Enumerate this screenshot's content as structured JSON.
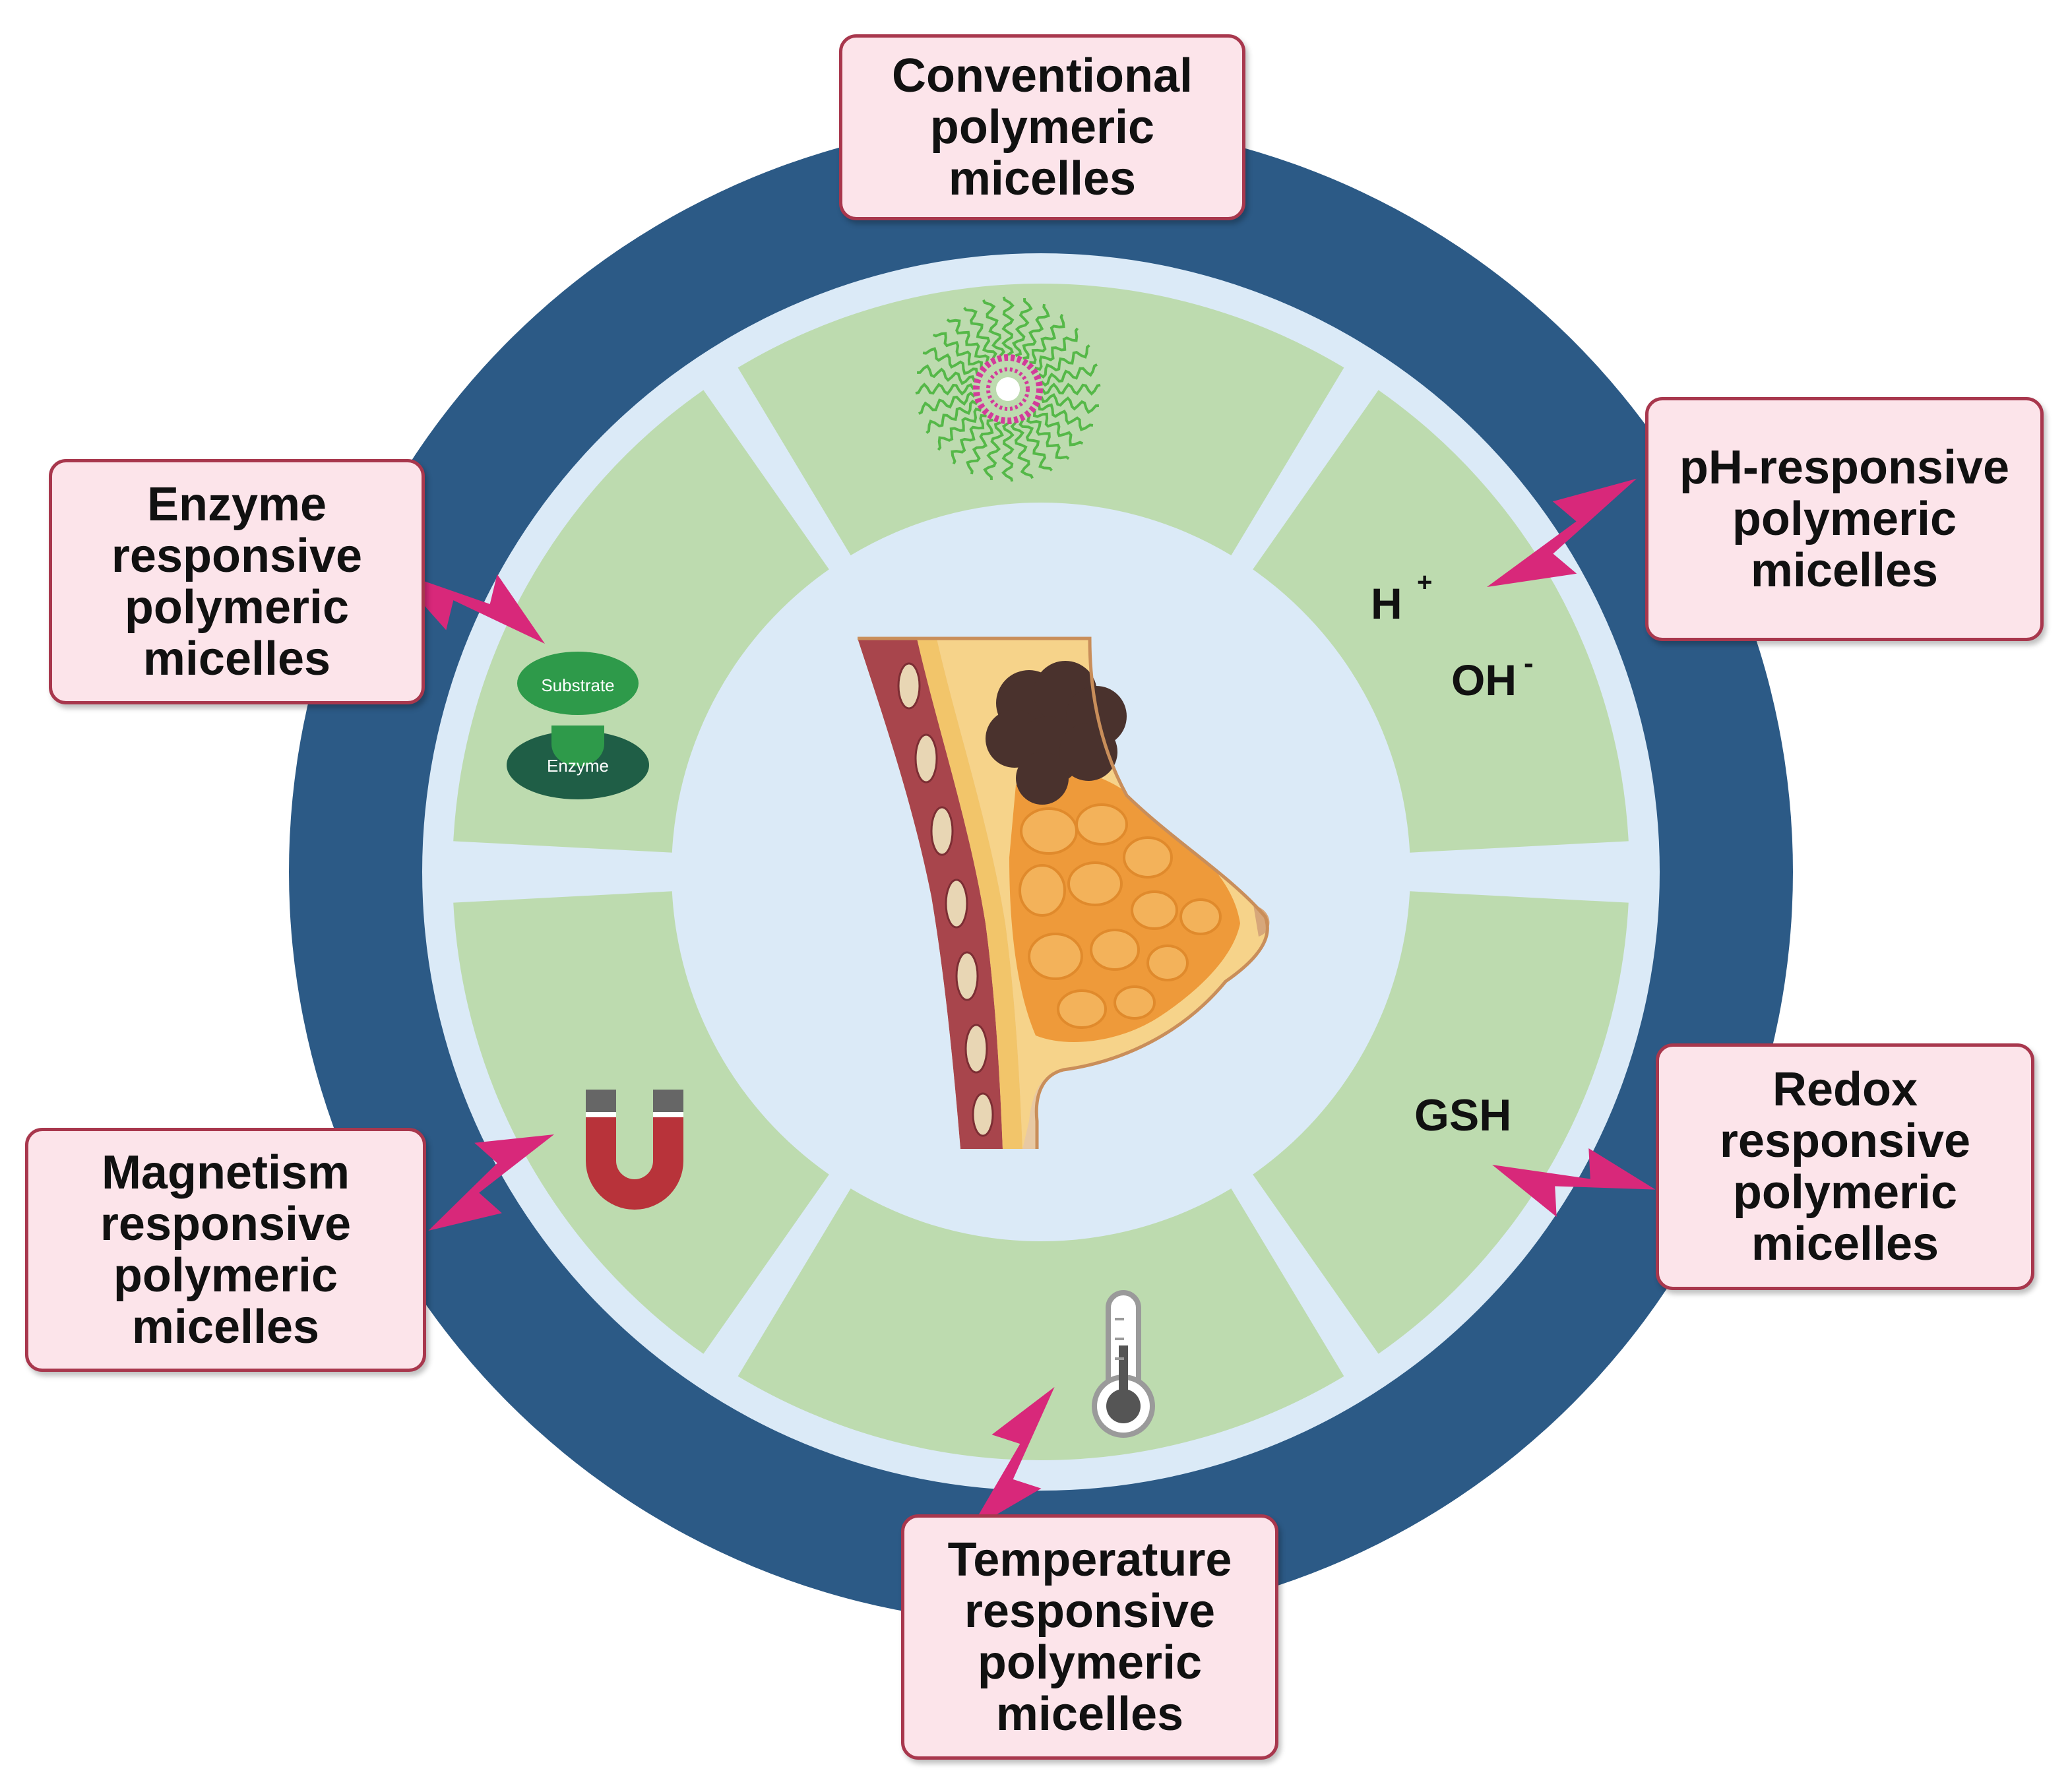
{
  "labels": {
    "conventional": [
      "Conventional",
      "polymeric",
      "micelles"
    ],
    "ph": [
      "pH-responsive",
      "polymeric",
      "micelles"
    ],
    "redox": [
      "Redox",
      "responsive",
      "polymeric",
      "micelles"
    ],
    "temperature": [
      "Temperature",
      "responsive",
      "polymeric",
      "micelles"
    ],
    "magnetism": [
      "Magnetism",
      "responsive",
      "polymeric",
      "micelles"
    ],
    "enzyme": [
      "Enzyme",
      "responsive",
      "polymeric",
      "micelles"
    ]
  },
  "icons": {
    "ph_h": "H",
    "ph_h_sup": "+",
    "ph_oh": "OH",
    "ph_oh_sup": "-",
    "gsh": "GSH",
    "substrate": "Substrate",
    "enzyme": "Enzyme"
  },
  "colors": {
    "outer_ring": "#2c5a86",
    "inner_disc": "#dbeaf7",
    "segment": "#bddbaf",
    "label_fill": "#fce4ea",
    "label_border": "#a8374d",
    "lightning": "#d8287a",
    "micelle_tail": "#55b848",
    "micelle_core": "#d23c9a",
    "enzyme_light": "#2e9a4a",
    "enzyme_dark": "#1f5e46",
    "magnet": "#b8333a",
    "tumor": "#4a322d"
  }
}
